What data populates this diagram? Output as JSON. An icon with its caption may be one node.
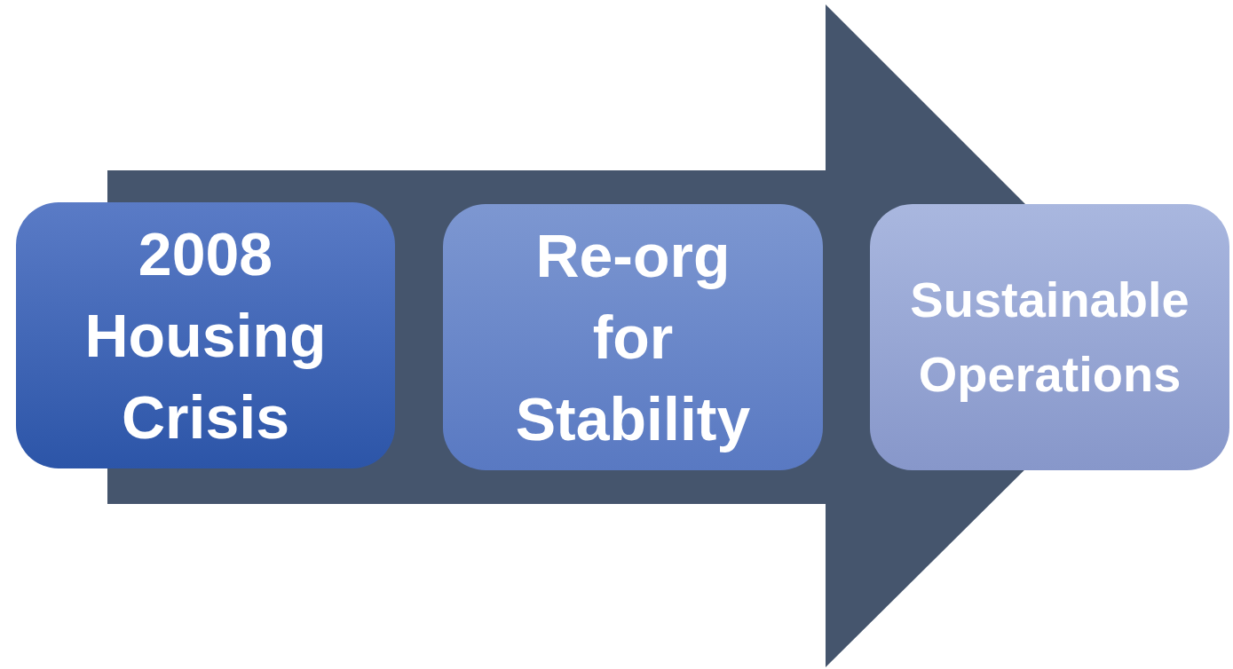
{
  "diagram": {
    "nodes": [
      {
        "text": [
          "2008 Housing Crisis"
        ]
      },
      {
        "text": [
          "Re-org for Stability"
        ]
      },
      {
        "text": [
          "Sustainable Operations"
        ]
      }
    ],
    "edges": [
      {
        "from": 0,
        "to": 2,
        "arrow": "to"
      }
    ]
  }
}
